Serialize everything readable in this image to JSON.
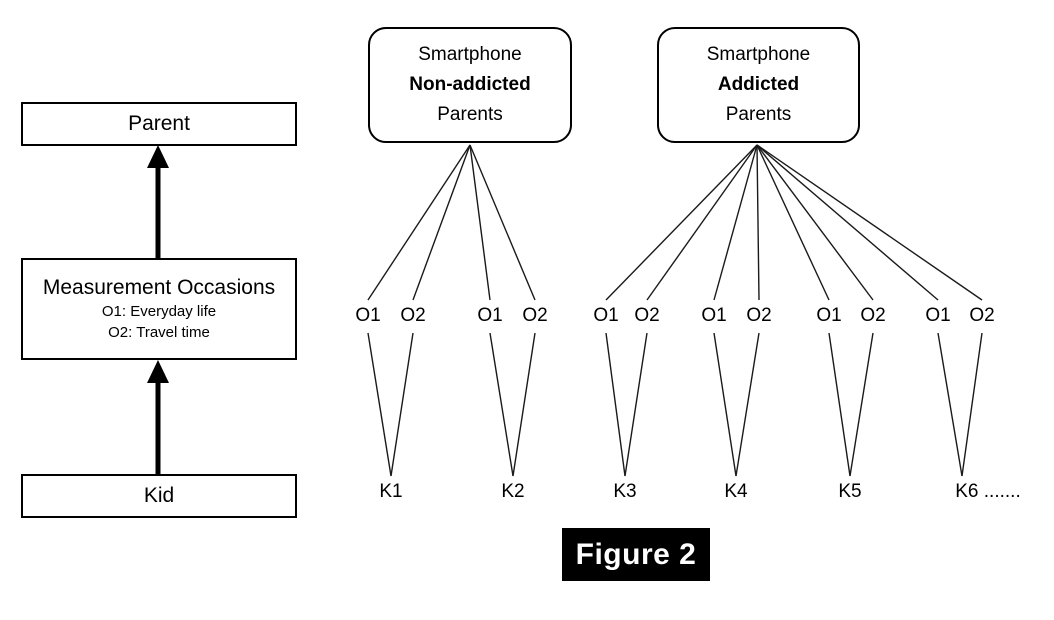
{
  "figure": {
    "caption": "Figure 2",
    "caption_bg": "#000000",
    "caption_fg": "#ffffff"
  },
  "left_panel": {
    "levels": [
      {
        "name": "parent",
        "title": "Parent",
        "subtitles": []
      },
      {
        "name": "measurement-occasions",
        "title": "Measurement Occasions",
        "subtitles": [
          "O1: Everyday life",
          "O2: Travel time"
        ]
      },
      {
        "name": "kid",
        "title": "Kid",
        "subtitles": []
      }
    ],
    "arrows": [
      {
        "from": "measurement-occasions",
        "to": "parent",
        "direction": "up"
      },
      {
        "from": "kid",
        "to": "measurement-occasions",
        "direction": "up"
      }
    ]
  },
  "groups": [
    {
      "id": "non-addicted",
      "lines": [
        "Smartphone",
        "Non-addicted",
        "Parents"
      ],
      "bold_line_index": 1,
      "occasions": [
        "O1",
        "O2",
        "O1",
        "O2"
      ],
      "kids": [
        "K1",
        "K2"
      ]
    },
    {
      "id": "addicted",
      "lines": [
        "Smartphone",
        "Addicted",
        "Parents"
      ],
      "bold_line_index": 1,
      "occasions": [
        "O1",
        "O2",
        "O1",
        "O2",
        "O1",
        "O2",
        "O1",
        "O2"
      ],
      "kids": [
        "K3",
        "K4",
        "K5",
        "K6 ......."
      ]
    }
  ],
  "occasion_labels": {
    "g1": [
      "O1",
      "O2",
      "O1",
      "O2"
    ],
    "g2": [
      "O1",
      "O2",
      "O1",
      "O2",
      "O1",
      "O2",
      "O1",
      "O2"
    ]
  },
  "kid_labels": {
    "g1": [
      "K1",
      "K2"
    ],
    "g2": [
      "K3",
      "K4",
      "K5",
      "K6 ......."
    ]
  },
  "colors": {
    "stroke": "#000000",
    "line": "#1a1a1a",
    "background": "#ffffff"
  }
}
